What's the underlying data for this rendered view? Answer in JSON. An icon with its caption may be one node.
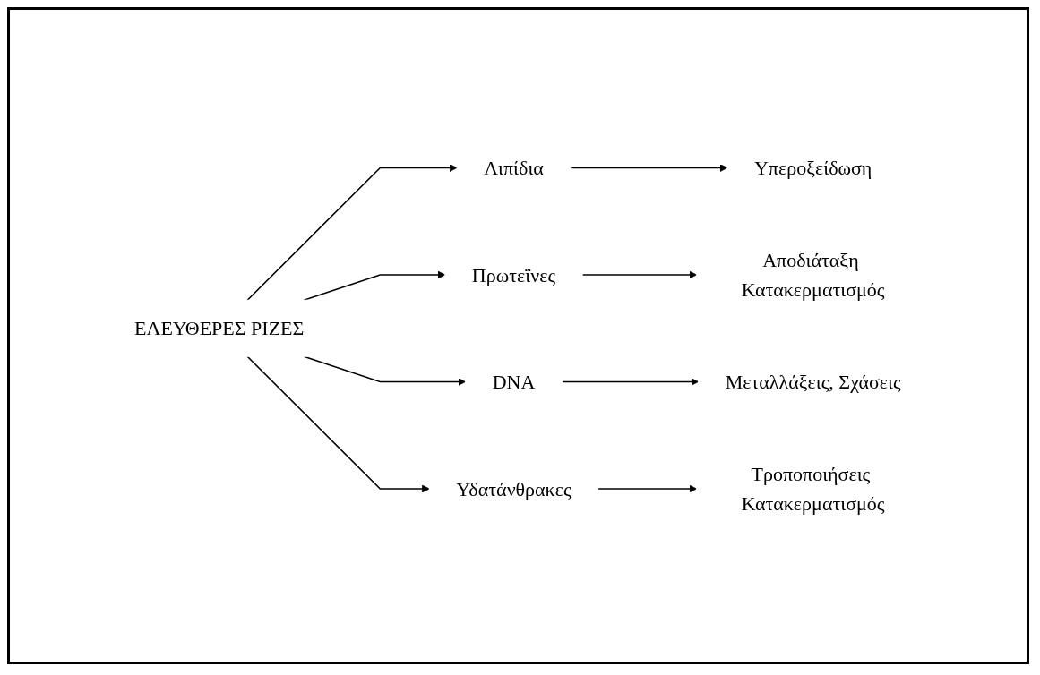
{
  "diagram": {
    "nodes": [
      {
        "text": [
          "ΕΛΕΥΘΕΡΕΣ ΡΙΖΕΣ"
        ]
      },
      {
        "text": [
          "Λιπίδια"
        ]
      },
      {
        "text": [
          "Υπεροξείδωση"
        ]
      },
      {
        "text": [
          "Πρωτεΐνες"
        ]
      },
      {
        "text": [
          "Αποδιάταξη Κατακερματισμός"
        ]
      },
      {
        "text": [
          "DNA"
        ]
      },
      {
        "text": [
          "Μεταλλάξεις, Σχάσεις"
        ]
      },
      {
        "text": [
          "Υδατάνθρακες"
        ]
      },
      {
        "text": [
          "Τροποποιήσεις Κατακερματισμός"
        ]
      }
    ],
    "edges": [
      {
        "from": 0,
        "to": 1,
        "arrow": "to"
      },
      {
        "from": 0,
        "to": 3,
        "arrow": "to"
      },
      {
        "from": 0,
        "to": 5,
        "arrow": "to"
      },
      {
        "from": 0,
        "to": 7,
        "arrow": "to"
      },
      {
        "from": 1,
        "to": 2,
        "arrow": "to"
      },
      {
        "from": 3,
        "to": 4,
        "arrow": "to"
      },
      {
        "from": 5,
        "to": 6,
        "arrow": "to"
      },
      {
        "from": 7,
        "to": 8,
        "arrow": "to"
      }
    ]
  }
}
